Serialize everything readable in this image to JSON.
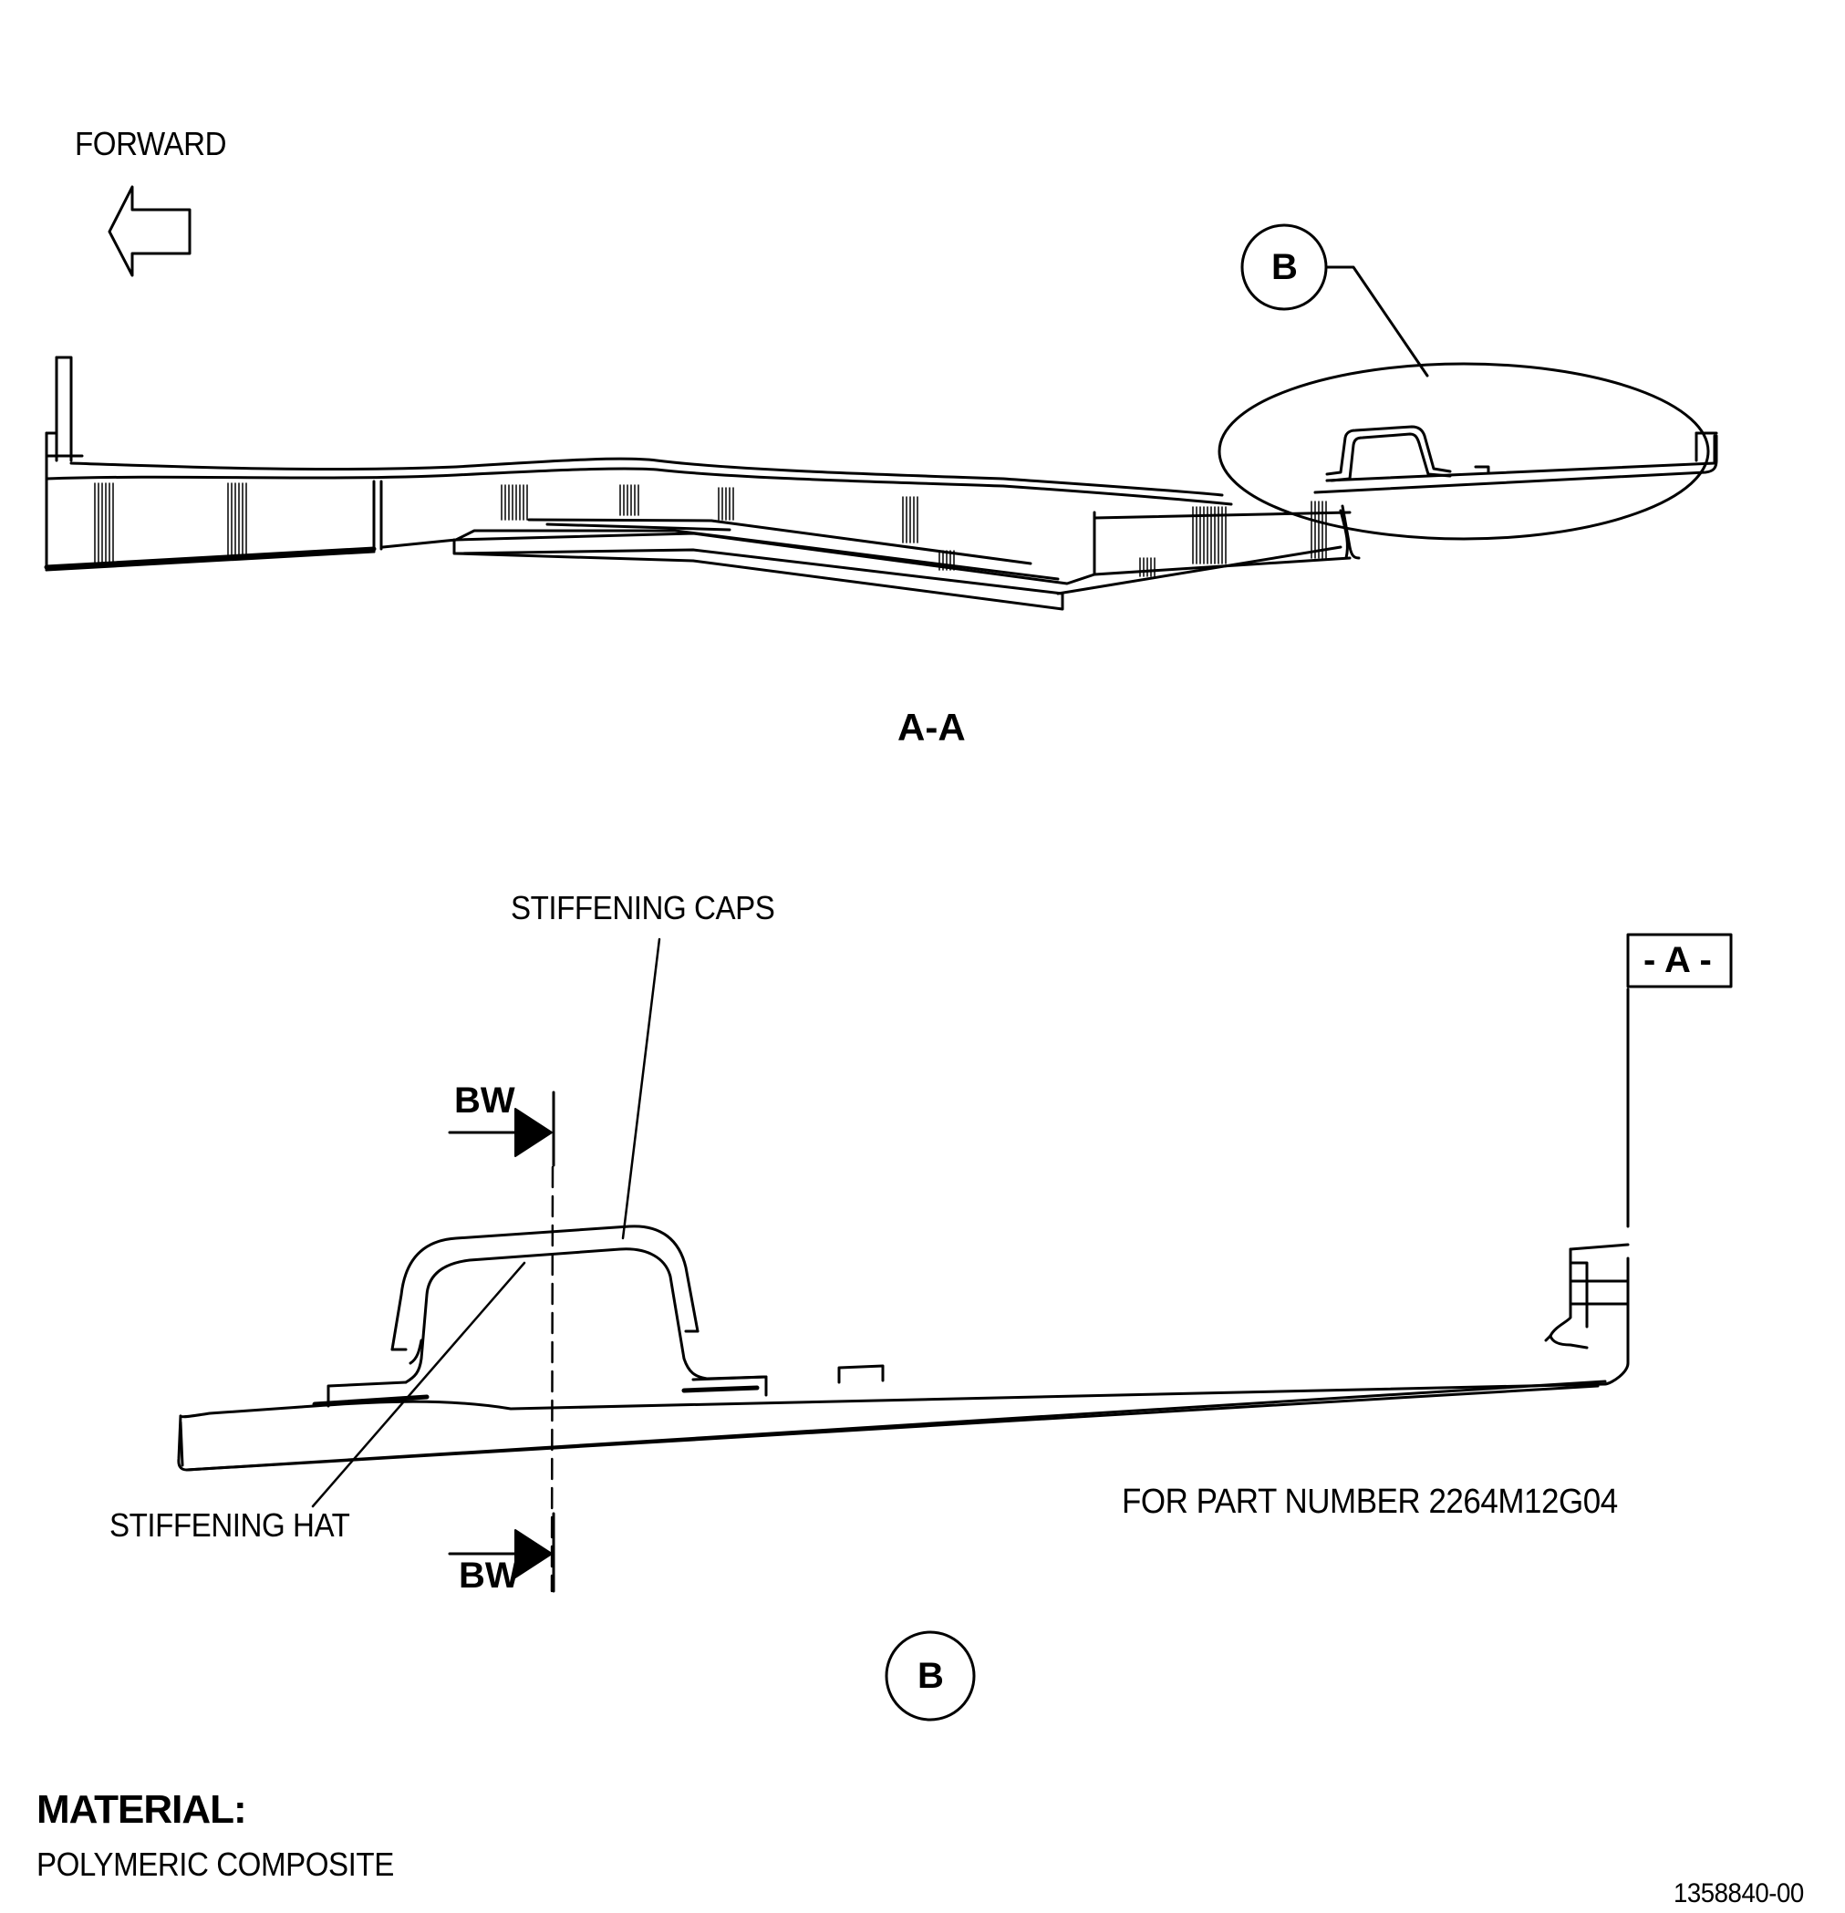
{
  "labels": {
    "forward": "FORWARD",
    "detail_b_callout": "B",
    "section_title": "A-A",
    "stiffening_caps": "STIFFENING CAPS",
    "datum_a": "- A -",
    "bw_top": "BW",
    "bw_bottom": "BW",
    "stiffening_hat": "STIFFENING HAT",
    "part_number_note": "FOR PART NUMBER 2264M12G04",
    "detail_b_title": "B",
    "material_heading": "MATERIAL:",
    "material_value": "POLYMERIC COMPOSITE",
    "figure_id": "1358840-00"
  }
}
